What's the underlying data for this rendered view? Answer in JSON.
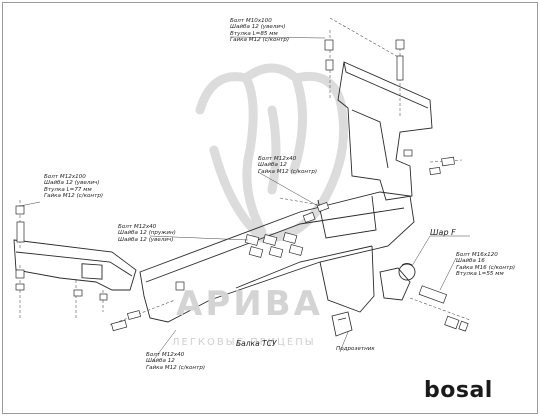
{
  "watermark": {
    "word": "АРИВА",
    "subtitle": "ЛЕГКОВЫЕ ПРИЦЕПЫ"
  },
  "brand": {
    "logo_text": "bosal"
  },
  "labels": {
    "top_bolt": [
      "Болт М10х100",
      "Шайба 12 (увелич)",
      "Втулка L=85 мм",
      "Гайка М12 (с/контр)"
    ],
    "left_bolt": [
      "Болт М12х100",
      "Шайба 12 (увелич)",
      "Втулка L=77 мм",
      "Гайка М12 (с/контр)"
    ],
    "center_bolt": [
      "Болт М12х40",
      "Шайба 12",
      "Гайка М12 (с/контр)"
    ],
    "mid_left_bolt": [
      "Болт М12х40",
      "Шайба 12 (пружин)",
      "Шайба 12 (увелич)"
    ],
    "bottom_bolt": [
      "Болт М12х40",
      "Шайба 12",
      "Гайка М12 (с/контр)"
    ],
    "ball_title": "Шар F",
    "ball_bolt": [
      "Болт М16х120",
      "Шайба 16",
      "Гайка М16 (с/контр)",
      "Втулка L=55 мм"
    ],
    "beam": "Балка ТСУ",
    "bracket": "Подрозетник"
  }
}
